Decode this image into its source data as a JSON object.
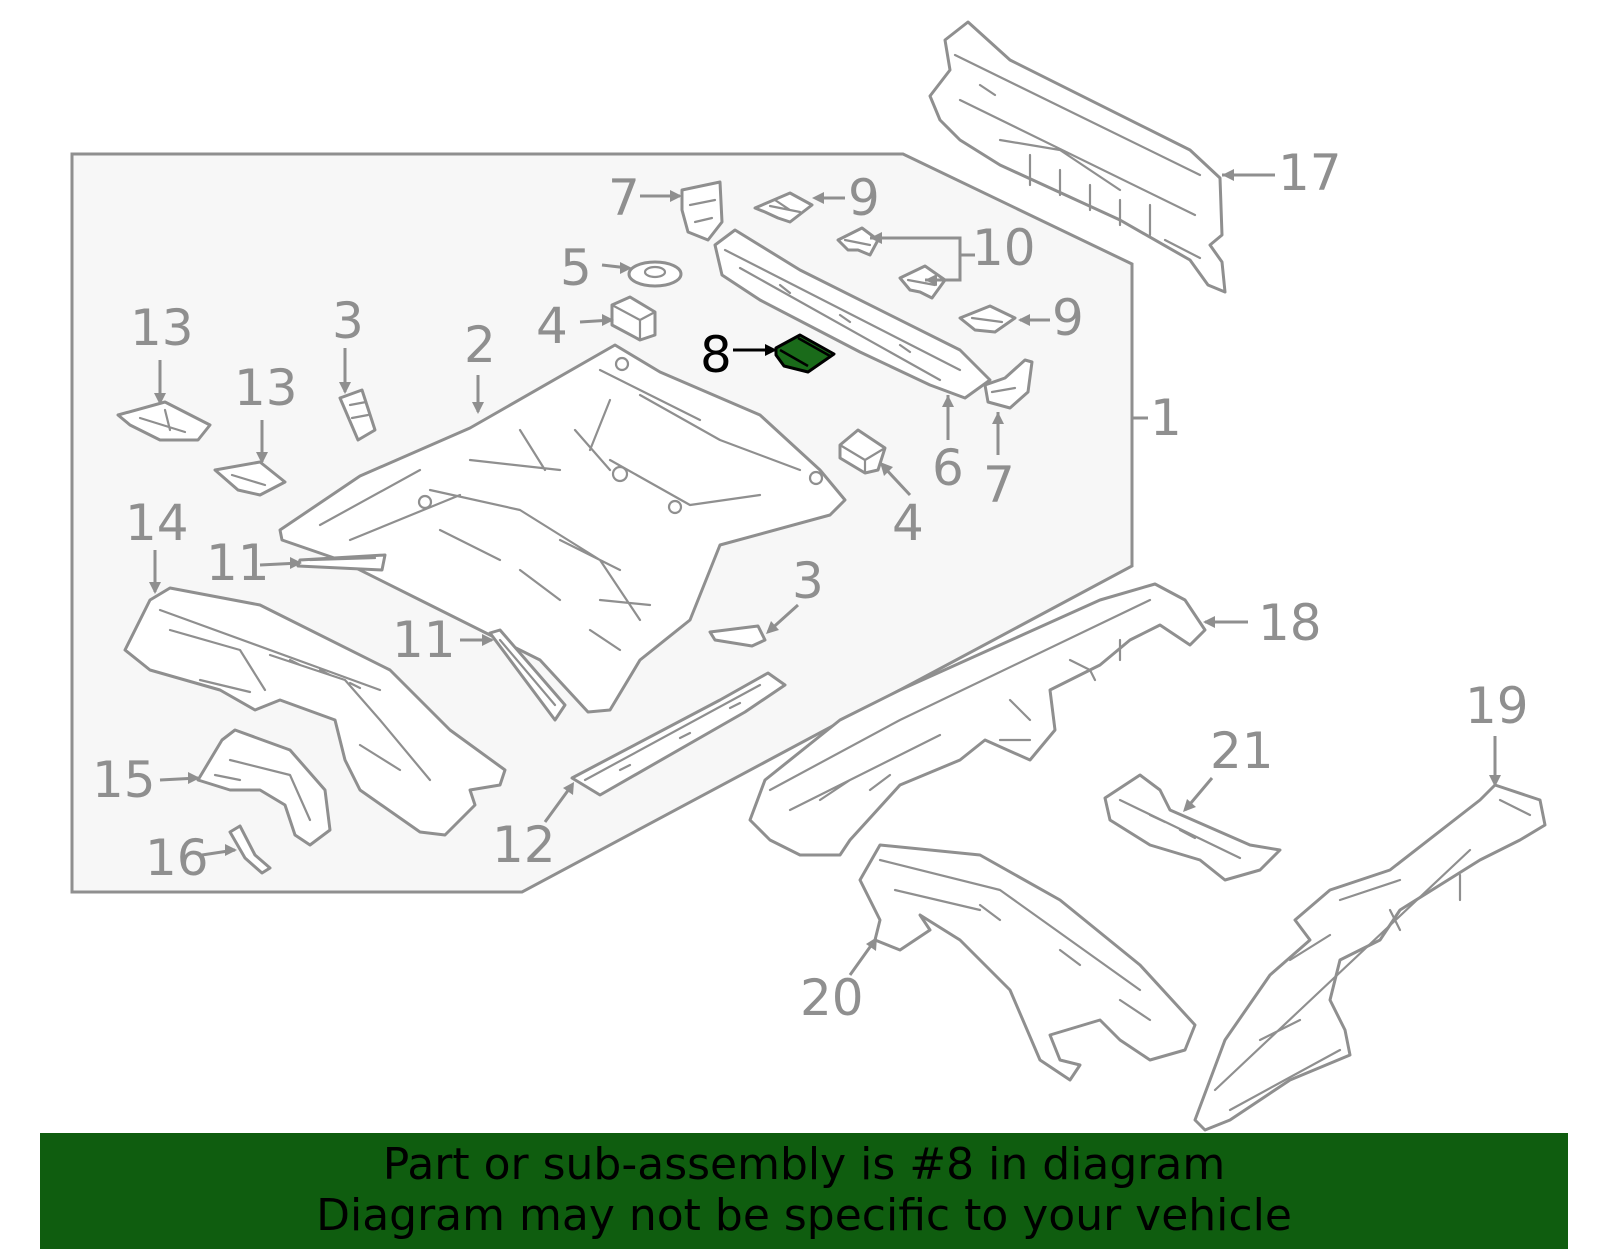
{
  "diagram": {
    "highlight_color": "#1a6b1a",
    "line_color": "#8f8f8f",
    "callouts": [
      {
        "id": "c1",
        "label": "1"
      },
      {
        "id": "c2",
        "label": "2"
      },
      {
        "id": "c3a",
        "label": "3"
      },
      {
        "id": "c3b",
        "label": "3"
      },
      {
        "id": "c4a",
        "label": "4"
      },
      {
        "id": "c4b",
        "label": "4"
      },
      {
        "id": "c5",
        "label": "5"
      },
      {
        "id": "c6",
        "label": "6"
      },
      {
        "id": "c7a",
        "label": "7"
      },
      {
        "id": "c7b",
        "label": "7"
      },
      {
        "id": "c8",
        "label": "8"
      },
      {
        "id": "c9a",
        "label": "9"
      },
      {
        "id": "c9b",
        "label": "9"
      },
      {
        "id": "c10",
        "label": "10"
      },
      {
        "id": "c11a",
        "label": "11"
      },
      {
        "id": "c11b",
        "label": "11"
      },
      {
        "id": "c12",
        "label": "12"
      },
      {
        "id": "c13a",
        "label": "13"
      },
      {
        "id": "c13b",
        "label": "13"
      },
      {
        "id": "c14",
        "label": "14"
      },
      {
        "id": "c15",
        "label": "15"
      },
      {
        "id": "c16",
        "label": "16"
      },
      {
        "id": "c17",
        "label": "17"
      },
      {
        "id": "c18",
        "label": "18"
      },
      {
        "id": "c19",
        "label": "19"
      },
      {
        "id": "c20",
        "label": "20"
      },
      {
        "id": "c21",
        "label": "21"
      }
    ]
  },
  "banner": {
    "background": "#0f5d0f",
    "line1": "Part or sub-assembly is #8 in diagram",
    "line2": "Diagram may not be specific to your vehicle"
  }
}
